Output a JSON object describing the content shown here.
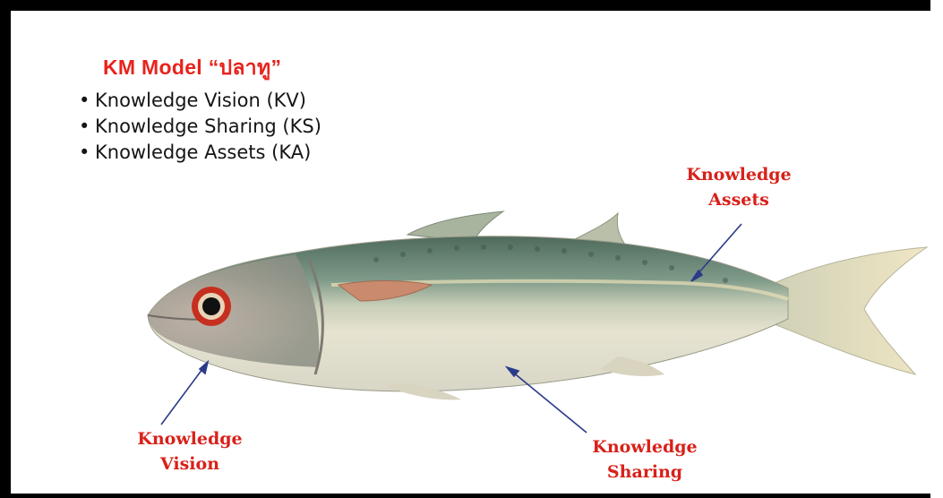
{
  "title": "KM Model “ปลาทู”",
  "bullets": [
    "Knowledge Vision (KV)",
    "Knowledge Sharing (KS)",
    "Knowledge Assets (KA)"
  ],
  "labels": {
    "assets": [
      "Knowledge",
      "Assets"
    ],
    "vision": [
      "Knowledge",
      "Vision"
    ],
    "sharing": [
      "Knowledge",
      "Sharing"
    ]
  },
  "colors": {
    "accent_red": "#e8231c",
    "arrow_blue": "#2b3b8a"
  }
}
